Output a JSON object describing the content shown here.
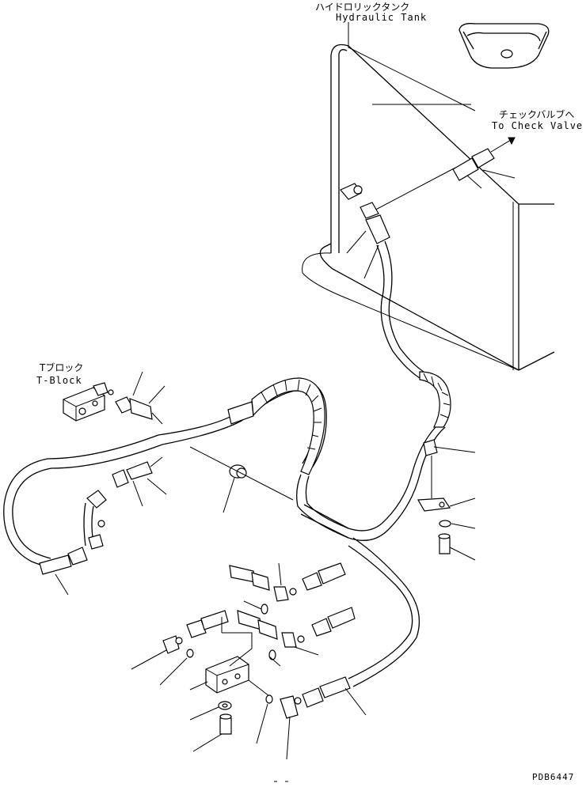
{
  "labels": {
    "hydraulic_tank_jp": "ハイドロリックタンク",
    "hydraulic_tank_en": "Hydraulic Tank",
    "check_valve_jp": "チェックバルブへ",
    "check_valve_en": "To Check Valve",
    "t_block_jp": "Tブロック",
    "t_block_en": "T-Block",
    "drawing_number": "PDB6447"
  }
}
